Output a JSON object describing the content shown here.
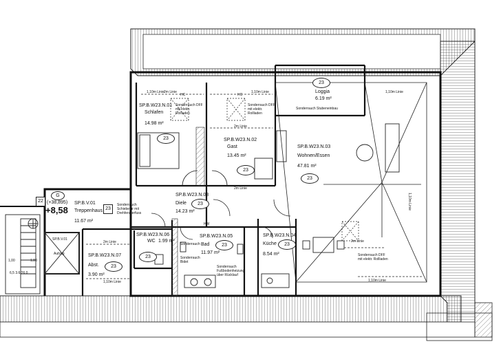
{
  "rooms": {
    "n01": {
      "code": "SP.B.W23.N.01",
      "name": "Schlafen",
      "area": "14.98 m²",
      "no": "23"
    },
    "n02": {
      "code": "SP.B.W23.N.02",
      "name": "Gast",
      "area": "13.45 m²",
      "no": "23"
    },
    "n03": {
      "code": "SP.B.W23.N.03",
      "name": "Wohnen/Essen",
      "area": "47.81 m²",
      "no": "23"
    },
    "loggia": {
      "no": "23",
      "name": "Loggia",
      "area": "6.19 m²"
    },
    "n08": {
      "code": "SP.B.W23.N.08",
      "name": "Diele",
      "area": "14.23 m²",
      "no": "23"
    },
    "n04": {
      "code": "SP.B.W23.N.04",
      "name": "Küche",
      "area": "8.54 m²",
      "no": "23"
    },
    "n05": {
      "code": "SP.B.W23.N.05",
      "name": "Bad",
      "area": "11.97 m²",
      "no": "23"
    },
    "n06": {
      "code": "SP.B.W23.N.06",
      "name": "WC",
      "area": "1.99 m²",
      "no": "23"
    },
    "n07": {
      "code": "SP.B.W23.N.07",
      "name": "Abst.",
      "area": "3.90 m²",
      "no": "23"
    },
    "v01": {
      "code": "SP.B.V.01",
      "name": "Treppenhaus",
      "area": "11.67 m²",
      "no": "23"
    }
  },
  "level": {
    "marker": "G",
    "elevation": "(+38,895)",
    "height": "+8,58",
    "box": "22"
  },
  "lines": {
    "l110a": "1,10m Linie",
    "l110b": "1,10m Linie",
    "l110c": "1,10m Linie",
    "l110d": "1,10m Linie",
    "l110e": "1,10m Linie",
    "l110v": "1,10m Linie",
    "l2a": "2m Linie",
    "l2b": "2m Linie",
    "l2c": "2m Linie",
    "l2d": "2m Linie",
    "l2e": "2m Linie"
  },
  "notes": {
    "hc1": "HC",
    "hc2": "HC",
    "hc3": "HW",
    "rauch1": "Sonderrauch DFF mit elektr. Rollladen",
    "rauch2": "Sonderrauch DFF mit elektr. Rollladen",
    "rauch3": "Sonderrauch DFF mit elektr. Rollladen",
    "loggia_note": "Sonderrauch Stubeneinbau",
    "diele_note": "Sonderrauch Schiebetür mit Drehfensterfuss",
    "bad_note": "Sonderrauch Bidet",
    "bad_note2": "Sonderrauch Fußbodenheizung über Rücklauf",
    "sonder_rauch": "Sonderrauch"
  },
  "stair": {
    "code": "SP.B.V.01",
    "name": "Aufzug",
    "dim1": "1,00",
    "dim2": "1,00",
    "dim3": "6,5 3.6/26.0"
  }
}
